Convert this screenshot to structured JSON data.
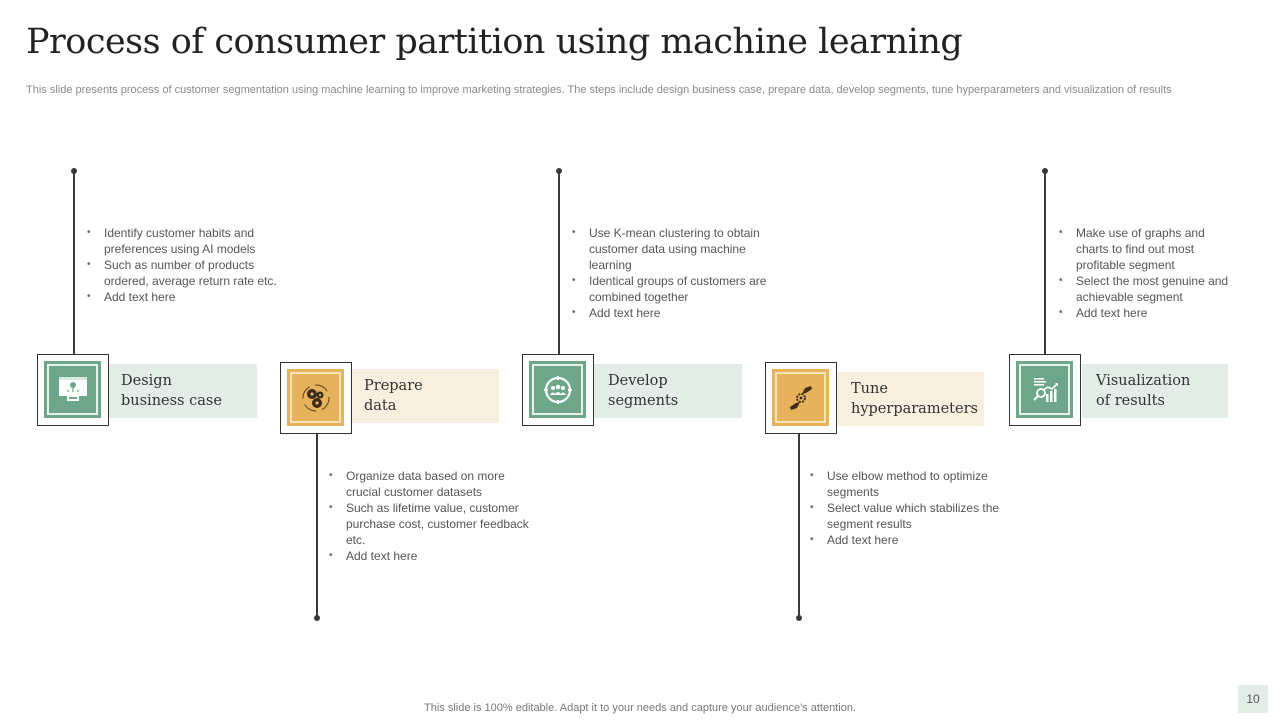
{
  "title": "Process of consumer partition using machine learning",
  "subtitle": "This slide presents process of customer segmentation using machine learning to improve marketing strategies. The steps include design business case, prepare data, develop segments, tune hyperparameters and visualization of results",
  "steps": [
    {
      "label": "Design\nbusiness case",
      "icon": "computer-dollar-icon",
      "color": "#6ea68a",
      "bullets": [
        "Identify customer habits and preferences  using AI models",
        "Such as number of products ordered,  average  return rate etc.",
        "Add text here"
      ]
    },
    {
      "label": "Prepare\ndata",
      "icon": "gears-icon",
      "color": "#e6b35c",
      "bullets": [
        "Organize data based on more crucial customer datasets",
        "Such as lifetime value,  customer purchase cost, customer feedback etc.",
        "Add text here"
      ]
    },
    {
      "label": "Develop\nsegments",
      "icon": "people-target-icon",
      "color": "#6ea68a",
      "bullets": [
        "Use K-mean clustering to obtain customer data using machine learning",
        "Identical groups of customers are combined together",
        "Add text here"
      ]
    },
    {
      "label": "Tune\nhyperparameters",
      "icon": "hands-gear-icon",
      "color": "#e6b35c",
      "bullets": [
        "Use elbow  method to optimize segments",
        "Select value  which stabilizes the segment results",
        "Add text here"
      ]
    },
    {
      "label": "Visualization\n of results",
      "icon": "chart-analysis-icon",
      "color": "#6ea68a",
      "bullets": [
        "Make use of graphs and charts to find out most profitable  segment",
        "Select the most genuine and achievable  segment",
        "Add text here"
      ]
    }
  ],
  "footer": "This slide is 100% editable. Adapt it to your needs and capture your audience's attention.",
  "page_number": "10"
}
